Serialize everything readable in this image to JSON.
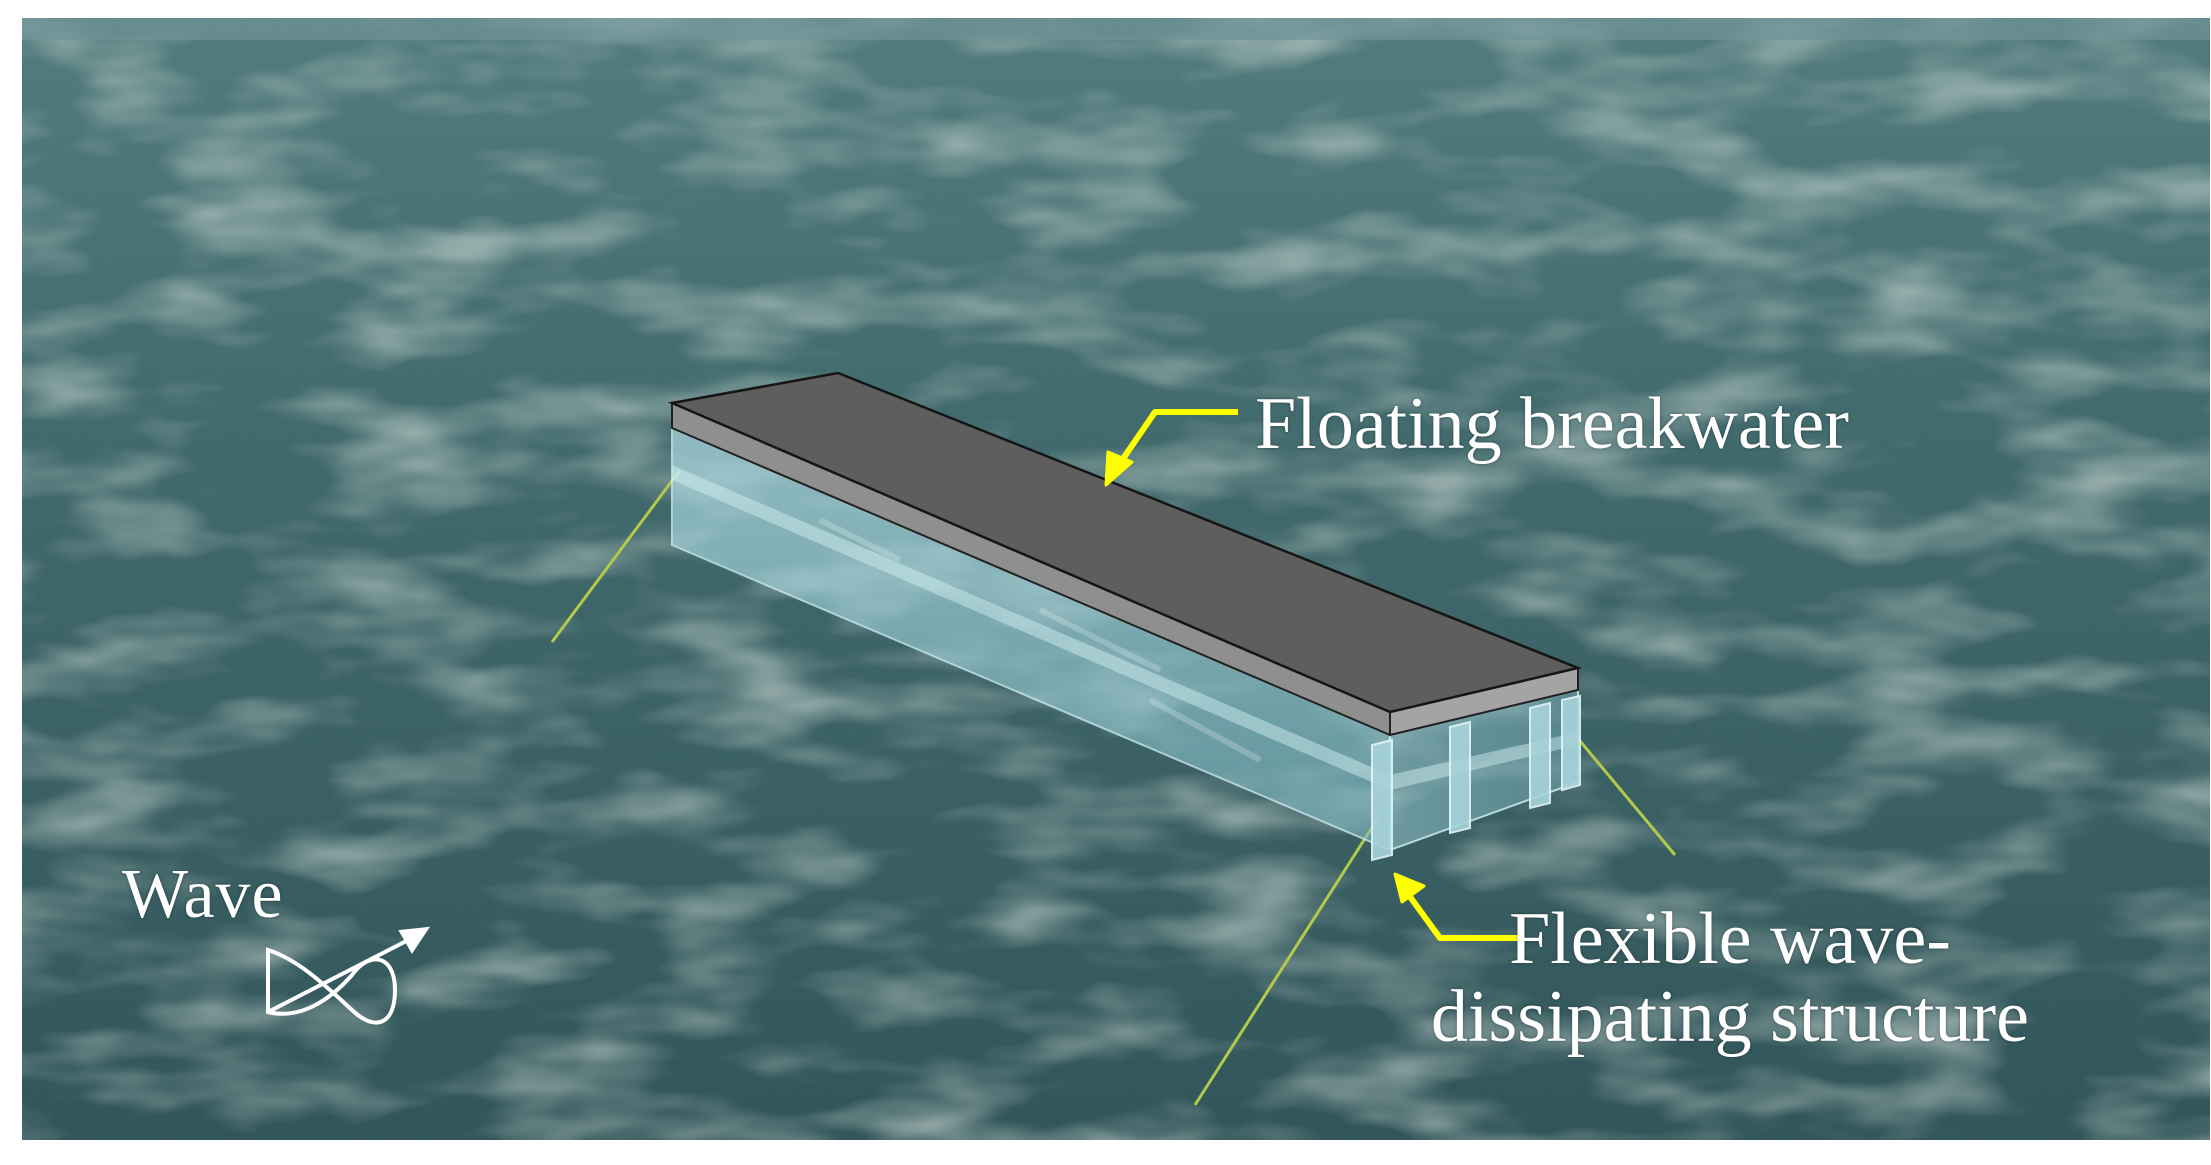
{
  "labels": {
    "floating_breakwater": "Floating breakwater",
    "flexible_line1": "Flexible wave-",
    "flexible_line2": "dissipating structure",
    "wave": "Wave"
  },
  "colors": {
    "water_deep": "#2f5458",
    "water_mid": "#3f6a6d",
    "water_highlight": "#8aa6a3",
    "deck_top": "#5c5c5c",
    "deck_side": "#8c8c8c",
    "glass": "#9fd6e0",
    "pointer_arrow": "#ffff00",
    "mooring_line": "#b4c84a",
    "text": "#ffffff"
  },
  "icons": {
    "pointer": "arrow-icon",
    "wave": "wave-direction-icon"
  }
}
